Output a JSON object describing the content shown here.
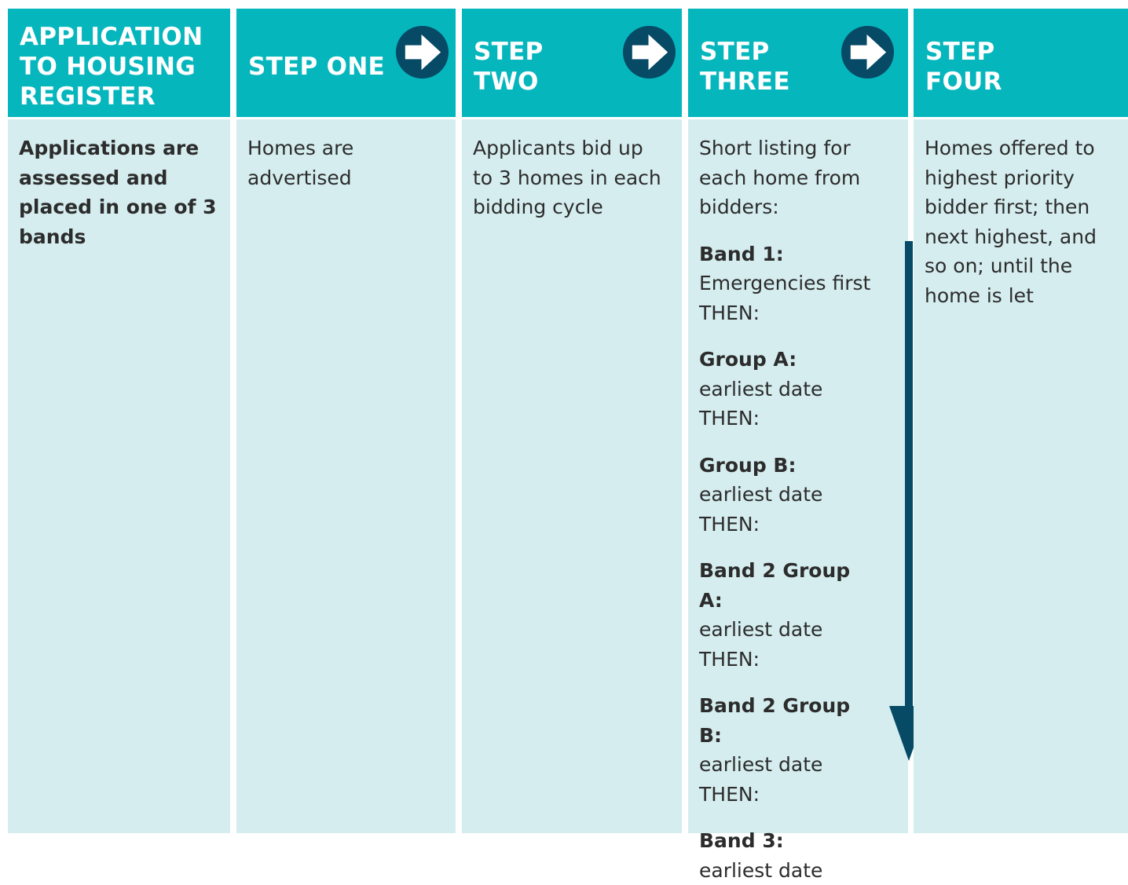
{
  "colors": {
    "header_bg": "#06b6bd",
    "body_bg": "#d5edef",
    "arrow_dark": "#064a66",
    "header_text": "#ffffff",
    "body_text": "#2c2c2c"
  },
  "icons": [
    "arrow-right-circle-icon",
    "priority-down-arrow-icon"
  ],
  "columns": [
    {
      "title_lines": [
        "APPLICATION",
        "TO HOUSING",
        "REGISTER"
      ],
      "body_lines": [
        "Applications are",
        "assessed and",
        "placed in one of 3",
        "bands"
      ]
    },
    {
      "title_lines": [
        "STEP ONE"
      ],
      "body_lines": [
        "Homes are",
        "advertised"
      ]
    },
    {
      "title_lines": [
        "STEP",
        "TWO"
      ],
      "body_lines": [
        "Applicants bid up",
        "to 3 homes in each",
        "bidding cycle"
      ]
    },
    {
      "title_lines": [
        "STEP",
        "THREE"
      ],
      "intro_lines": [
        "Short listing for",
        "each home from",
        "bidders:"
      ],
      "groups": [
        {
          "label": "Band 1:",
          "lines": [
            "Emergencies first",
            "THEN:"
          ]
        },
        {
          "label": "Group A:",
          "lines": [
            "earliest date",
            "THEN:"
          ]
        },
        {
          "label": "Group B:",
          "lines": [
            "earliest date",
            "THEN:"
          ]
        },
        {
          "label": "Band 2 Group A:",
          "lines": [
            "earliest date",
            "THEN:"
          ]
        },
        {
          "label": "Band 2 Group B:",
          "lines": [
            "earliest date",
            "THEN:"
          ]
        },
        {
          "label": "Band 3:",
          "lines": [
            "earliest date"
          ]
        }
      ]
    },
    {
      "title_lines": [
        "STEP",
        "FOUR"
      ],
      "body_lines": [
        "Homes offered to",
        "highest priority",
        "bidder first; then",
        "next highest, and",
        "so on; until the",
        "home is let"
      ]
    }
  ]
}
